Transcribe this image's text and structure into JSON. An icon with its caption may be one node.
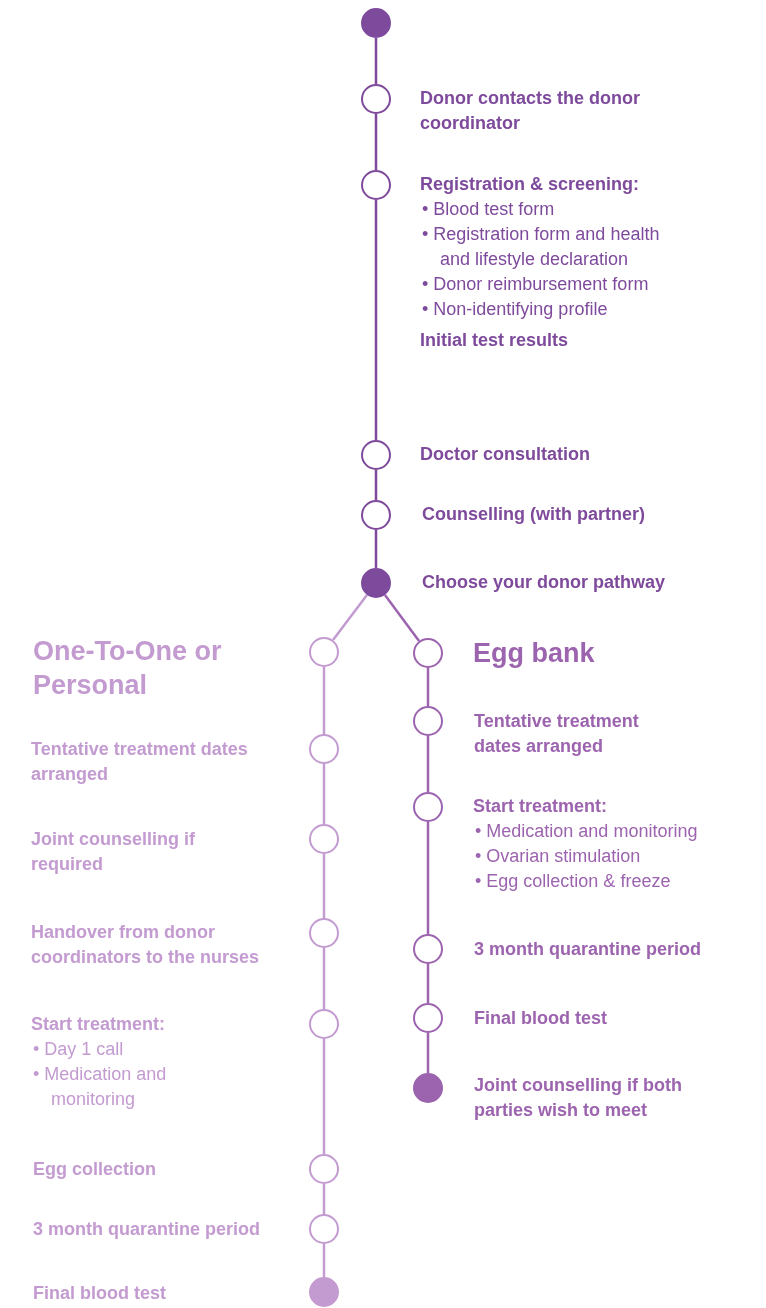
{
  "diagram": {
    "nodes": [
      {
        "text": [],
        "shape": "dot"
      },
      {
        "text": [],
        "shape": "circle",
        "beside": [
          "Donor contacts the donor coordinator"
        ]
      },
      {
        "text": [],
        "shape": "circle",
        "beside": [
          "Registration & screening:",
          "• Blood test form",
          "• Registration form and health and lifestyle declaration",
          "• Donor reimbursement form",
          "• Non-identifying profile",
          "Initial test results"
        ]
      },
      {
        "text": [],
        "shape": "circle",
        "beside": [
          "Doctor consultation"
        ]
      },
      {
        "text": [],
        "shape": "circle",
        "beside": [
          "Counselling (with partner)"
        ]
      },
      {
        "text": [],
        "shape": "dot",
        "beside": [
          "Choose your donor pathway"
        ]
      },
      {
        "text": [],
        "shape": "circle",
        "beside": [
          "One-To-One or Personal"
        ]
      },
      {
        "text": [],
        "shape": "circle",
        "beside": [
          "Tentative treatment dates arranged"
        ]
      },
      {
        "text": [],
        "shape": "circle"
      },
      {
        "text": [],
        "shape": "circle",
        "beside": [
          "Handover from donor coordinators to the nurses"
        ]
      },
      {
        "text": [],
        "shape": "circle",
        "beside": [
          "Start treatment:",
          "• Day 1 call",
          "• Medication and monitoring"
        ]
      },
      {
        "text": [],
        "shape": "circle"
      },
      {
        "text": [],
        "shape": "circle",
        "beside": [
          "3 month quarantine period"
        ]
      },
      {
        "text": [],
        "shape": "dot"
      },
      {
        "text": [],
        "shape": "circle",
        "beside": [
          "Egg bank"
        ]
      },
      {
        "text": [],
        "shape": "circle",
        "beside": [
          "Tentative treatment dates arranged"
        ]
      },
      {
        "text": [],
        "shape": "circle",
        "beside": [
          "Start treatment:",
          "• Medication and monitoring",
          "• Ovarian stimulation",
          "• Egg collection & freeze"
        ]
      },
      {
        "text": [],
        "shape": "circle",
        "beside": [
          "3 month quarantine period"
        ]
      },
      {
        "text": [],
        "shape": "circle",
        "beside": [
          "Final blood test"
        ]
      },
      {
        "text": [],
        "shape": "dot",
        "beside": [
          "Joint counselling if both parties wish to meet"
        ]
      }
    ],
    "edges": [
      {
        "from": 0,
        "to": 1,
        "arrow": "none",
        "color": "#7e4a9c"
      },
      {
        "from": 1,
        "to": 2,
        "arrow": "none",
        "color": "#7e4a9c"
      },
      {
        "from": 2,
        "to": 3,
        "arrow": "none",
        "color": "#7e4a9c"
      },
      {
        "from": 3,
        "to": 4,
        "arrow": "none",
        "color": "#7e4a9c"
      },
      {
        "from": 4,
        "to": 5,
        "arrow": "none",
        "color": "#7e4a9c"
      },
      {
        "from": 5,
        "to": 6,
        "arrow": "none"
      },
      {
        "from": 6,
        "to": 7,
        "arrow": "none"
      },
      {
        "from": 7,
        "to": 8,
        "arrow": "none"
      },
      {
        "from": 8,
        "to": 9,
        "arrow": "none"
      },
      {
        "from": 9,
        "to": 10,
        "arrow": "none"
      },
      {
        "from": 10,
        "to": 11,
        "arrow": "none"
      },
      {
        "from": 11,
        "to": 12,
        "arrow": "none"
      },
      {
        "from": 12,
        "to": 13,
        "arrow": "none"
      },
      {
        "from": 5,
        "to": 14,
        "arrow": "none",
        "color": "#9c63ae"
      },
      {
        "from": 14,
        "to": 15,
        "arrow": "none",
        "color": "#9c63ae"
      },
      {
        "from": 15,
        "to": 16,
        "arrow": "none",
        "color": "#9c63ae"
      },
      {
        "from": 16,
        "to": 17,
        "arrow": "none",
        "color": "#9c63ae"
      },
      {
        "from": 17,
        "to": 18,
        "arrow": "none",
        "color": "#9c63ae"
      },
      {
        "from": 18,
        "to": 19,
        "arrow": "none",
        "color": "#9c63ae"
      }
    ],
    "labels": [
      "Joint counselling if required",
      "Egg collection",
      "Final blood test"
    ]
  }
}
